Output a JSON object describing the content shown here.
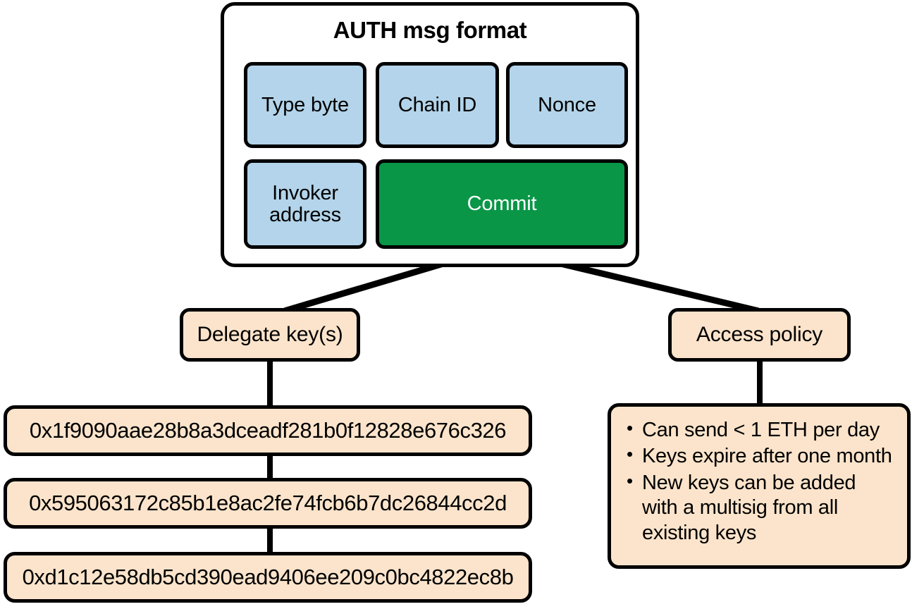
{
  "diagram": {
    "title": "AUTH msg format",
    "auth_fields": [
      {
        "label": "Type byte",
        "color": "#b3d4ea"
      },
      {
        "label": "Chain ID",
        "color": "#b3d4ea"
      },
      {
        "label": "Nonce",
        "color": "#b3d4ea"
      },
      {
        "label": "Invoker address",
        "color": "#b3d4ea"
      },
      {
        "label": "Commit",
        "color": "#099647"
      }
    ],
    "branches": [
      {
        "label": "Delegate key(s)"
      },
      {
        "label": "Access policy"
      }
    ],
    "delegate_keys": [
      "0x1f9090aae28b8a3dceadf281b0f12828e676c326",
      "0x595063172c85b1e8ac2fe74fcb6b7dc26844cc2d",
      "0xd1c12e58db5cd390ead9406ee209c0bc4822ec8b"
    ],
    "access_policy": [
      "Can send < 1 ETH per day",
      "Keys expire after one month",
      "New keys can be added with a multisig from all existing keys"
    ],
    "colors": {
      "field_blue": "#b3d4ea",
      "commit_green": "#099647",
      "node_peach": "#fbe4cb",
      "stroke_black": "#000000",
      "background": "#ffffff"
    }
  }
}
